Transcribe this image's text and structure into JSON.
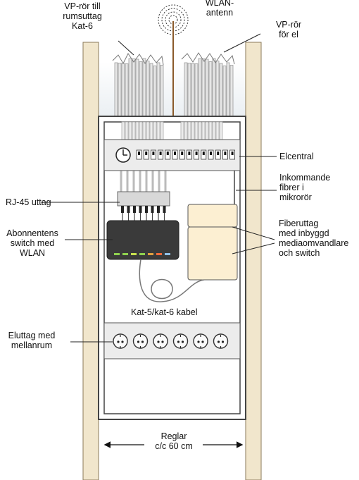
{
  "labels": {
    "vp_ror_rumsuttag": [
      "VP-rör till",
      "rumsuttag",
      "Kat-6"
    ],
    "wlan_antenn": [
      "WLAN-",
      "antenn"
    ],
    "vp_ror_el": [
      "VP-rör",
      "för el"
    ],
    "elcentral": "Elcentral",
    "inkommande_fibrer": [
      "Inkommande",
      "fibrer i",
      "mikrorör"
    ],
    "rj45": "RJ-45 uttag",
    "abonnent_switch": [
      "Abonnentens",
      "switch med",
      "WLAN"
    ],
    "fiberuttag": [
      "Fiberuttag",
      "med inbyggd",
      "mediaomvandlare",
      "och switch"
    ],
    "kat_kabel": "Kat-5/kat-6 kabel",
    "eluttag": [
      "Eluttag med",
      "mellanrum"
    ],
    "reglar": [
      "Reglar",
      "c/c 60 cm"
    ]
  },
  "colors": {
    "stud_fill": "#f1e6cc",
    "stud_stroke": "#8a7a5a",
    "cabinet_fill": "#ffffff",
    "panel_fill": "#ececec",
    "outline": "#444444",
    "fiber_box": "#fcefd2",
    "switch_body": "#3a3a3a",
    "antenna": "#8a5a2a",
    "led_colors": [
      "#8fd14f",
      "#8fd14f",
      "#c8e04f",
      "#8fd14f",
      "#e0a040",
      "#f06a3a",
      "#8fc0e8"
    ]
  },
  "counts": {
    "breakers": 14,
    "rj45_ports": 8,
    "socket_outlets": 6,
    "switch_leds": 7
  }
}
